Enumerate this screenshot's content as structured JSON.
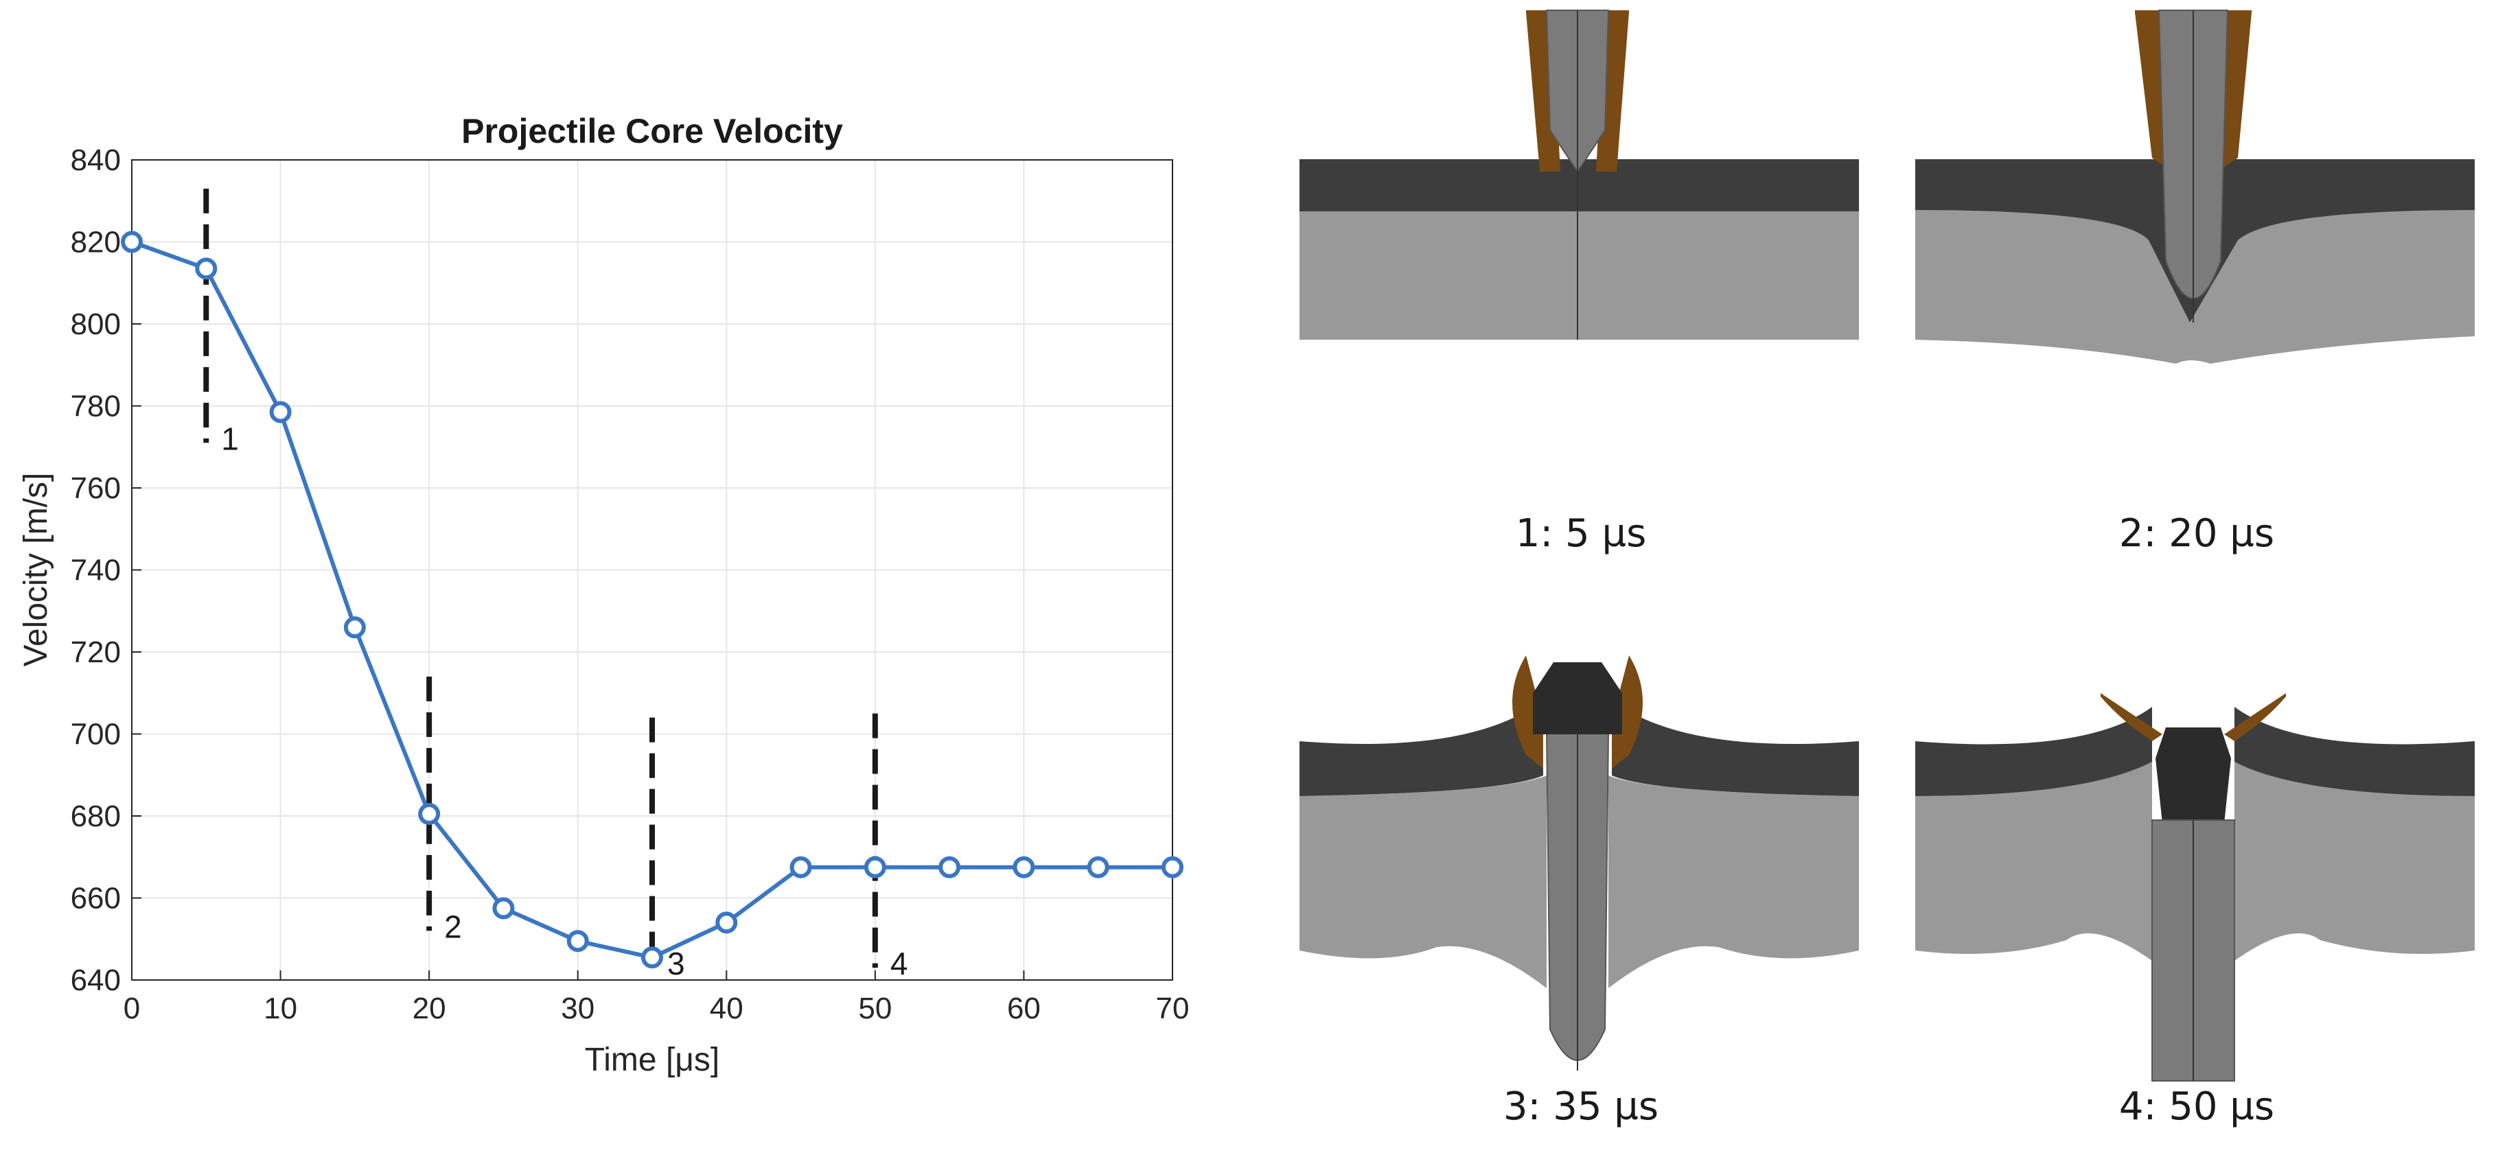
{
  "chart_data": {
    "type": "line",
    "title": "Projectile Core Velocity",
    "xlabel": "Time [μs]",
    "ylabel": "Velocity [m/s]",
    "xlim": [
      0,
      70
    ],
    "ylim": [
      640,
      840
    ],
    "xticks": [
      "0",
      "10",
      "20",
      "30",
      "40",
      "50",
      "60",
      "70"
    ],
    "yticks": [
      "640",
      "660",
      "680",
      "700",
      "720",
      "740",
      "760",
      "780",
      "800",
      "820",
      "840"
    ],
    "grid": true,
    "series": [
      {
        "color": "#3a76c4",
        "marker": "circle",
        "x": [
          0,
          5,
          10,
          15,
          20,
          25,
          30,
          35,
          40,
          45,
          50,
          55,
          60,
          65,
          70
        ],
        "y": [
          820,
          813.5,
          778.5,
          726,
          680.5,
          657.5,
          649.5,
          645.5,
          654,
          667.5,
          667.5,
          667.5,
          667.5,
          667.5,
          667.5
        ]
      }
    ],
    "annotations": [
      {
        "x": 5,
        "y_top": 833,
        "y_bottom": 771,
        "label": "1"
      },
      {
        "x": 20,
        "y_top": 714,
        "y_bottom": 652,
        "label": "2"
      },
      {
        "x": 35,
        "y_top": 704,
        "y_bottom": 643,
        "label": "3"
      },
      {
        "x": 50,
        "y_top": 705,
        "y_bottom": 643,
        "label": "4"
      }
    ]
  },
  "panels": [
    {
      "caption": "1: 5 µs"
    },
    {
      "caption": "2: 20 µs"
    },
    {
      "caption": "3: 35 µs"
    },
    {
      "caption": "4: 50 µs"
    }
  ],
  "colors": {
    "plate_dark": "#3d3d3d",
    "plate_light": "#999999",
    "core": "#7b7b7b",
    "jacket": "#7a4a14",
    "tip": "#2b2b2b"
  }
}
